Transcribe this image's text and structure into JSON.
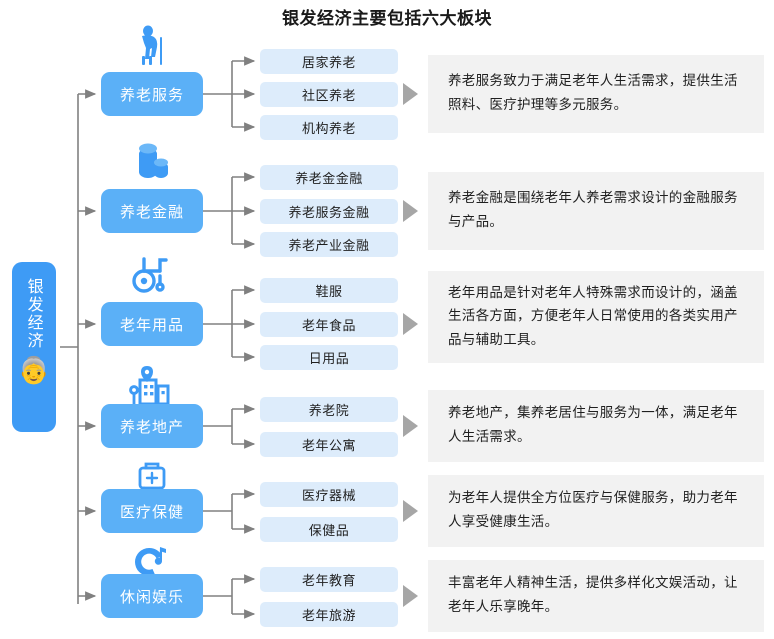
{
  "title": "银发经济主要包括六大板块",
  "colors": {
    "accent": "#3e9bf5",
    "category_box": "#5bb0f7",
    "sub_box": "#ddecfb",
    "desc_panel": "#f2f2f2",
    "connector": "#808080",
    "triangle": "#a6a6a6",
    "text_dark": "#1f1f1f",
    "text_light": "#ffffff"
  },
  "root": {
    "label": "银发经济",
    "emoji": "👵",
    "emoji_name": "elderly-woman-emoji"
  },
  "branches": [
    {
      "id": "elder-care-service",
      "name": "养老服务",
      "icon": "elderly-person-with-cane-icon",
      "subs": [
        "居家养老",
        "社区养老",
        "机构养老"
      ],
      "description": "养老服务致力于满足老年人生活需求，提供生活照料、医疗护理等多元服务。"
    },
    {
      "id": "elder-finance",
      "name": "养老金融",
      "icon": "coin-stack-icon",
      "subs": [
        "养老金金融",
        "养老服务金融",
        "养老产业金融"
      ],
      "description": "养老金融是围绕老年人养老需求设计的金融服务与产品。"
    },
    {
      "id": "elder-products",
      "name": "老年用品",
      "icon": "wheelchair-icon",
      "subs": [
        "鞋服",
        "老年食品",
        "日用品"
      ],
      "description": "老年用品是针对老年人特殊需求而设计的，涵盖生活各方面，方便老年人日常使用的各类实用产品与辅助工具。"
    },
    {
      "id": "elder-real-estate",
      "name": "养老地产",
      "icon": "buildings-with-pin-icon",
      "subs": [
        "养老院",
        "老年公寓"
      ],
      "description": "养老地产，集养老居住与服务为一体，满足老年人生活需求。"
    },
    {
      "id": "medical-health-care",
      "name": "医疗保健",
      "icon": "medical-kit-icon",
      "subs": [
        "医疗器械",
        "保健品"
      ],
      "description": "为老年人提供全方位医疗与保健服务，助力老年人享受健康生活。"
    },
    {
      "id": "leisure-entertainment",
      "name": "休闲娱乐",
      "icon": "headphones-music-icon",
      "subs": [
        "老年教育",
        "老年旅游"
      ],
      "description": "丰富老年人精神生活，提供多样化文娱活动，让老年人乐享晚年。"
    }
  ]
}
